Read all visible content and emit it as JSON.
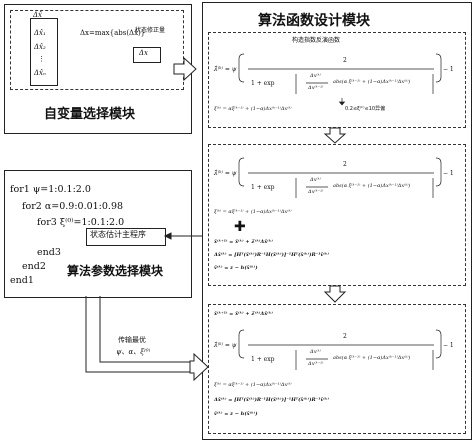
{
  "variable_module": {
    "title": "自变量选择模块",
    "inputs": [
      "Δx̂",
      "Δx̂₁",
      "Δx̂₂",
      "⋮",
      "Δx̂ₙ"
    ],
    "formula": "Δx=max{abs(Δx̂)}",
    "output_label": "状态修正量",
    "output_var": "Δx"
  },
  "param_module": {
    "title": "算法参数选择模块",
    "loop1": "for1 ψ=1:0.1:2.0",
    "loop2": "for2 α=0.9:0.01:0.98",
    "loop3": "for3 ξ⁽⁰⁾=1:0.1:2.0",
    "program": "状态估计主程序",
    "end3": "end3",
    "end2": "end2",
    "end1": "end1"
  },
  "transfer": {
    "label": "传输最优",
    "vars": "ψ、α、ξ⁽⁰⁾"
  },
  "design_module": {
    "title": "算法函数设计模块",
    "box1": {
      "subtitle": "构造指数反演函数",
      "lambda_lhs": "λ̂⁽ᵏ⁾ = ψ",
      "numerator": "2",
      "denominator_prefix": "1 + exp",
      "abs_ratio_num": "Δx⁽ᵏ⁾",
      "abs_ratio_den": "Δx⁽ᵏ⁻¹⁾",
      "abs_term": "abs(α ξ⁽ᵏ⁻¹⁾ + (1−α)Δx⁽ᵏ⁻¹⁾Δx⁽ᵏ⁾)",
      "tail": "− 1",
      "xi_eq": "ξ⁽ᵏ⁾ = αξ⁽ᵏ⁻¹⁾ + (1−α)Δx⁽ᵏ⁻¹⁾Δx⁽ᵏ⁾",
      "note": "0.2≤ξ⁽ᵏ⁾≤10异偏"
    },
    "box2": {
      "lambda_lhs": "λ̂⁽ᵏ⁾ = ψ",
      "numerator": "2",
      "denominator_prefix": "1 + exp",
      "abs_ratio_num": "Δx⁽ᵏ⁾",
      "abs_ratio_den": "Δx⁽ᵏ⁻¹⁾",
      "abs_term": "abs(α ξ⁽ᵏ⁻¹⁾ + (1−α)Δx⁽ᵏ⁻¹⁾Δx⁽ᵏ⁾)",
      "tail": "− 1",
      "xi_eq": "ξ⁽ᵏ⁾ = αξ⁽ᵏ⁻¹⁾ + (1−α)Δx⁽ᵏ⁻¹⁾Δx⁽ᵏ⁾",
      "plus": "✚",
      "eq1": "x̂⁽ᵏ⁺¹⁾ = x̂⁽ᵏ⁾ + λ̂⁽ᵏ⁾Δx̂⁽ᵏ⁾",
      "eq2": "Δx̂⁽ᵏ⁾ = [Hᵀ(x̂⁽ᵏ⁾)R⁻¹H(x̂⁽ᵏ⁾)]⁻¹Hᵀ(x̂⁽ᵏ⁾)R⁻¹v̂⁽ᵏ⁾",
      "eq3": "v̂⁽ᵏ⁾ = z − h(x̂⁽ᵏ⁾)"
    },
    "box3": {
      "eq1": "x̂⁽ᵏ⁺¹⁾ = x̂⁽ᵏ⁾ + λ̂⁽ᵏ⁾Δx̂⁽ᵏ⁾",
      "lambda_lhs": "λ̂⁽ᵏ⁾ = ψ",
      "numerator": "2",
      "denominator_prefix": "1 + exp",
      "abs_ratio_num": "Δx⁽ᵏ⁾",
      "abs_ratio_den": "Δx⁽ᵏ⁻¹⁾",
      "abs_term": "abs(α ξ⁽ᵏ⁻¹⁾ + (1−α)Δx⁽ᵏ⁻¹⁾Δx⁽ᵏ⁾)",
      "tail": "− 1",
      "xi_eq": "ξ⁽ᵏ⁾ = αξ⁽ᵏ⁻¹⁾ + (1−α)Δx⁽ᵏ⁻¹⁾Δx⁽ᵏ⁾",
      "eq2": "Δx̂⁽ᵏ⁾ = [Hᵀ(x̂⁽ᵏ⁾)R⁻¹H(x̂⁽ᵏ⁾)]⁻¹Hᵀ(x̂⁽ᵏ⁾)R⁻¹v̂⁽ᵏ⁾",
      "eq3": "v̂⁽ᵏ⁾ = z − h(x̂⁽ᵏ⁾)"
    }
  }
}
